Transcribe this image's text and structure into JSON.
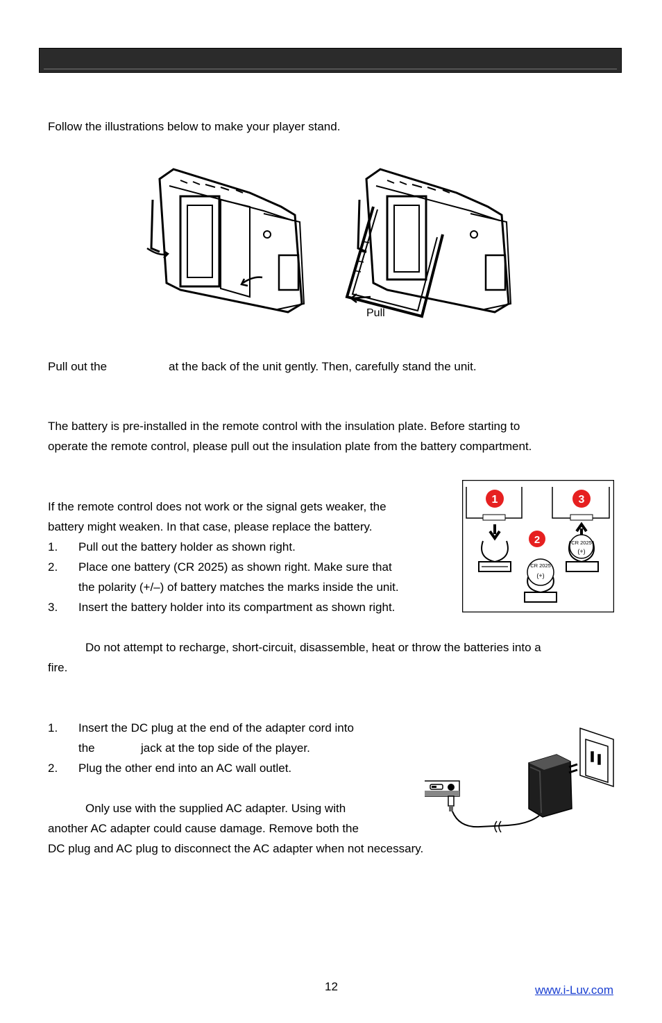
{
  "stand": {
    "intro": "Follow the illustrations below to make your player stand.",
    "pull_label": "Pull",
    "instruction_pre": "Pull out the",
    "instruction_post": "at the back of the unit gently. Then, carefully stand the unit."
  },
  "remote": {
    "para_line1": "The battery is pre-installed in the remote control with the insulation plate. Before starting to",
    "para_line2": "operate the remote control, please pull out the insulation plate from the battery compartment.",
    "replace_line1": "If the remote control does not work or the signal gets weaker, the",
    "replace_line2": "battery might weaken. In that case, please replace the battery.",
    "steps": [
      {
        "num": "1.",
        "text": "Pull out the battery holder as shown right."
      },
      {
        "num": "2.",
        "text": "Place one battery (CR 2025) as shown right. Make sure that",
        "text2": "the polarity (+/–) of battery matches the marks inside the unit."
      },
      {
        "num": "3.",
        "text": "Insert the battery holder into its compartment as shown right."
      }
    ],
    "warning_line1": "Do not attempt to recharge, short-circuit, disassemble, heat or throw the batteries into a",
    "warning_line2": "fire.",
    "figure": {
      "step1": "1",
      "step2": "2",
      "step3": "3",
      "battery_label": "CR 2025",
      "plus": "(+)"
    }
  },
  "adapter": {
    "steps": [
      {
        "num": "1.",
        "text": "Insert the DC plug at the end of the adapter cord into",
        "text2_pre": "the",
        "text2_post": "jack at the top side of the player."
      },
      {
        "num": "2.",
        "text": "Plug the other end into an AC wall outlet."
      }
    ],
    "note_line1": "Only use with the supplied AC adapter. Using with",
    "note_line2": "another AC adapter could cause damage. Remove both the",
    "note_line3": "DC plug and AC plug to disconnect the AC adapter when not necessary."
  },
  "footer": {
    "page_number": "12",
    "website": "www.i-Luv.com"
  }
}
